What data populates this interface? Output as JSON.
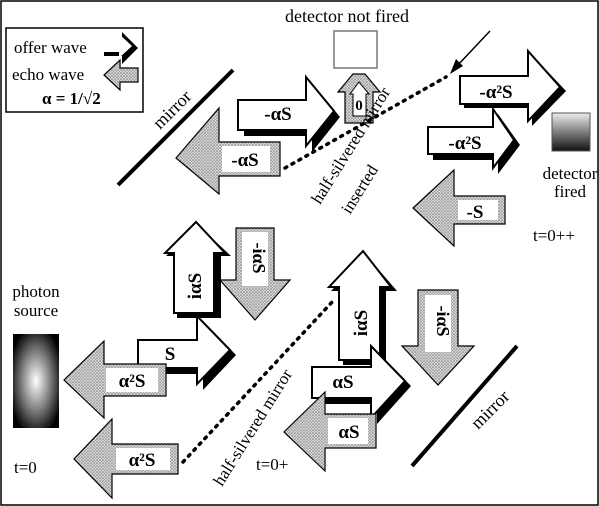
{
  "legend": {
    "offer": "offer wave",
    "echo": "echo wave",
    "alpha": "α = 1/√2"
  },
  "labels": {
    "detector_not_fired": "detector not fired",
    "zero": "0",
    "mirror_top": "mirror",
    "half_mirror_top": "half-silvered mirror",
    "inserted": "inserted",
    "detector_fired_1": "detector",
    "detector_fired_2": "fired",
    "time_far": "t=0++",
    "photon_1": "photon",
    "photon_2": "source",
    "time_start": "t=0",
    "half_mirror_bottom": "half-silvered mirror",
    "time_mid": "t=0+",
    "mirror_bottom": "mirror"
  },
  "arrows": {
    "top_offer": "-αS",
    "top_echo": "-αS",
    "det_offer_1": "-α²S",
    "det_offer_2": "-α²S",
    "det_echo": "-S",
    "mid_offer_up": "iαS",
    "mid_echo_down": "-iαS",
    "source_offer": "S",
    "source_echo_1": "α²S",
    "source_echo_2": "α²S",
    "low_offer_up": "iαS",
    "low_offer_right": "αS",
    "low_echo_down": "-iαS",
    "low_echo_left": "αS"
  },
  "colors": {
    "offer": "#000000",
    "echo": "#b8b8b8",
    "border": "#000000"
  }
}
